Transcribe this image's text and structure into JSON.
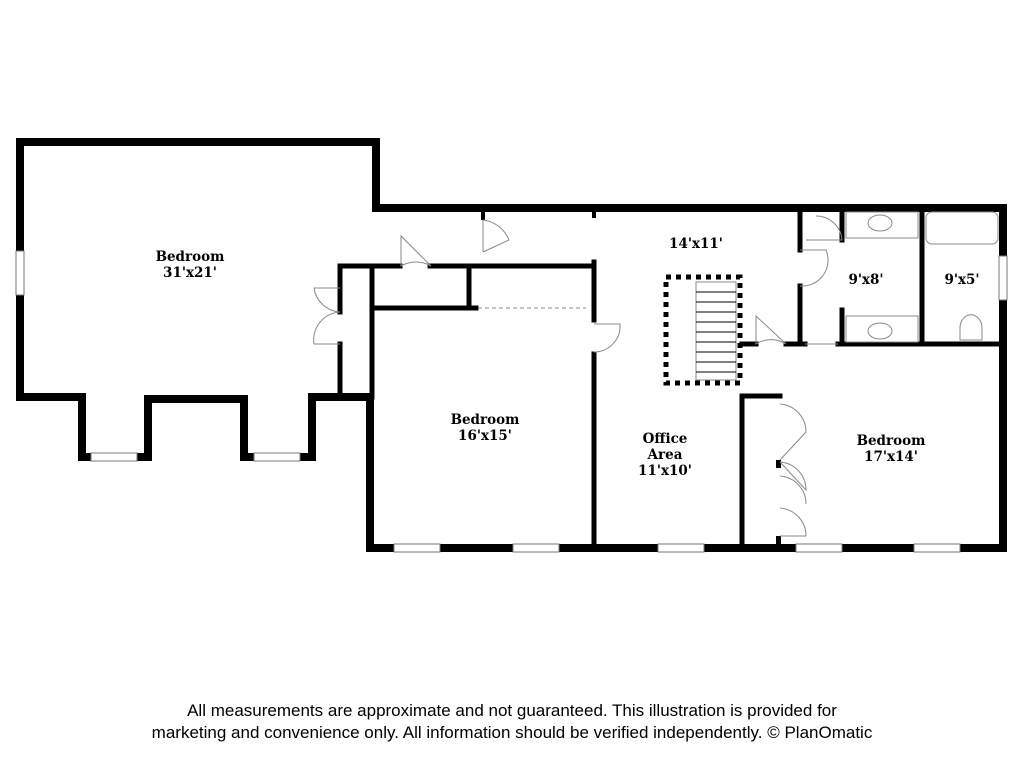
{
  "rooms": {
    "bedroom_large": {
      "name": "Bedroom",
      "size": "31'x21'"
    },
    "bedroom_middle": {
      "name": "Bedroom",
      "size": "16'x15'"
    },
    "bedroom_right": {
      "name": "Bedroom",
      "size": "17'x14'"
    },
    "hall": {
      "size": "14'x11'"
    },
    "office": {
      "name_line1": "Office",
      "name_line2": "Area",
      "size": "11'x10'"
    },
    "bath_1": {
      "size": "9'x8'"
    },
    "bath_2": {
      "size": "9'x5'"
    }
  },
  "disclaimer": {
    "line1": "All measurements are approximate and not guaranteed. This illustration is provided for",
    "line2": "marketing and convenience only. All information should be verified independently. © PlanOmatic"
  }
}
